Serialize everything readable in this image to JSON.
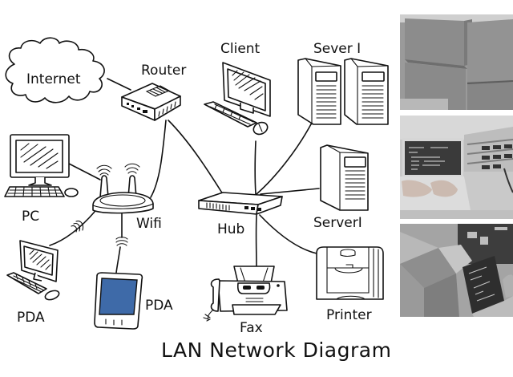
{
  "title": "LAN Network Diagram",
  "nodes": {
    "internet": {
      "label": "Internet",
      "icon": "cloud-icon"
    },
    "router": {
      "label": "Router",
      "icon": "router-icon"
    },
    "client": {
      "label": "Client",
      "icon": "desktop-computer-icon"
    },
    "sever_1": {
      "label": "Sever I",
      "icon": "server-tower-icon"
    },
    "pc": {
      "label": "PC",
      "icon": "desktop-computer-icon"
    },
    "wifi": {
      "label": "Wifi",
      "icon": "wireless-router-icon"
    },
    "hub": {
      "label": "Hub",
      "icon": "network-hub-icon"
    },
    "server_1": {
      "label": "ServerI",
      "icon": "server-tower-icon"
    },
    "pda_computer": {
      "label": "PDA",
      "icon": "desktop-computer-icon"
    },
    "pda_tablet": {
      "label": "PDA",
      "icon": "tablet-icon"
    },
    "fax": {
      "label": "Fax",
      "icon": "fax-machine-icon"
    },
    "printer": {
      "label": "Printer",
      "icon": "printer-icon"
    }
  },
  "connections": [
    {
      "from": "internet",
      "to": "router",
      "type": "wired"
    },
    {
      "from": "router",
      "to": "wifi",
      "type": "wired"
    },
    {
      "from": "router",
      "to": "hub",
      "type": "wired"
    },
    {
      "from": "client",
      "to": "hub",
      "type": "wired"
    },
    {
      "from": "sever_1",
      "to": "hub",
      "type": "wired"
    },
    {
      "from": "server_1",
      "to": "hub",
      "type": "wired"
    },
    {
      "from": "printer",
      "to": "hub",
      "type": "wired"
    },
    {
      "from": "fax",
      "to": "hub",
      "type": "wired"
    },
    {
      "from": "pc",
      "to": "wifi",
      "type": "wired"
    },
    {
      "from": "pda_computer",
      "to": "wifi",
      "type": "wireless"
    },
    {
      "from": "pda_tablet",
      "to": "wifi",
      "type": "wireless"
    }
  ],
  "colors": {
    "ink": "#111111",
    "tablet_screen": "#3e6aa8",
    "background": "#ffffff"
  },
  "photos": [
    {
      "subject": "stacked cardboard boxes",
      "tone": "grayscale"
    },
    {
      "subject": "hands typing on laptop beside network switches",
      "tone": "grayscale"
    },
    {
      "subject": "open cardboard box and laptop beside network rack",
      "tone": "grayscale"
    }
  ]
}
